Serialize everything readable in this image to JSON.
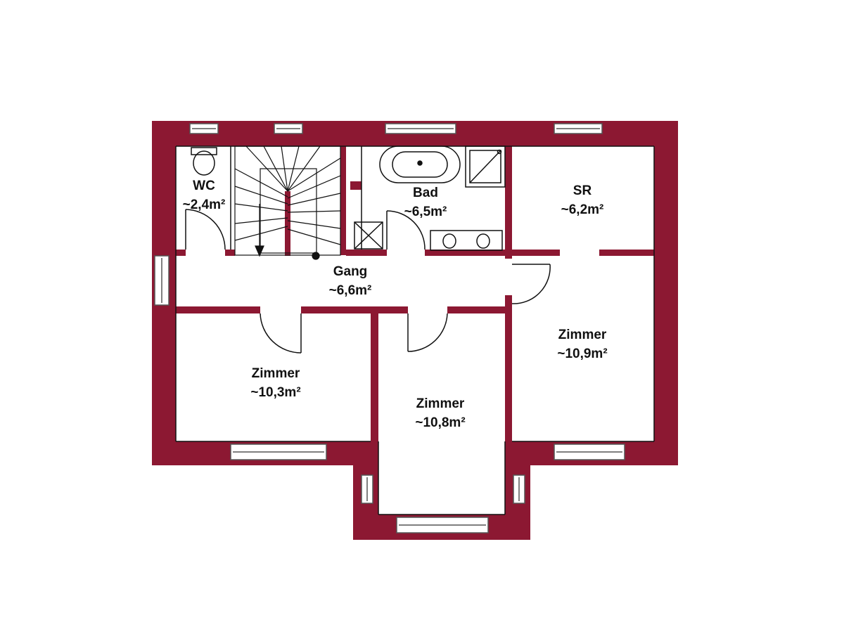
{
  "colors": {
    "wall": "#8c1832",
    "background": "#ffffff",
    "line": "#111111",
    "window_frame": "#555555"
  },
  "rooms": {
    "wc": {
      "name": "WC",
      "area": "~2,4m²"
    },
    "bad": {
      "name": "Bad",
      "area": "~6,5m²"
    },
    "sr": {
      "name": "SR",
      "area": "~6,2m²"
    },
    "gang": {
      "name": "Gang",
      "area": "~6,6m²"
    },
    "zimmer_left": {
      "name": "Zimmer",
      "area": "~10,3m²"
    },
    "zimmer_center": {
      "name": "Zimmer",
      "area": "~10,8m²"
    },
    "zimmer_right": {
      "name": "Zimmer",
      "area": "~10,9m²"
    }
  },
  "icons": [
    "toilet-icon",
    "bathtub-icon",
    "shower-icon",
    "sink-icon",
    "staircase-icon",
    "window-icon",
    "door-swing-icon",
    "washer-icon"
  ]
}
